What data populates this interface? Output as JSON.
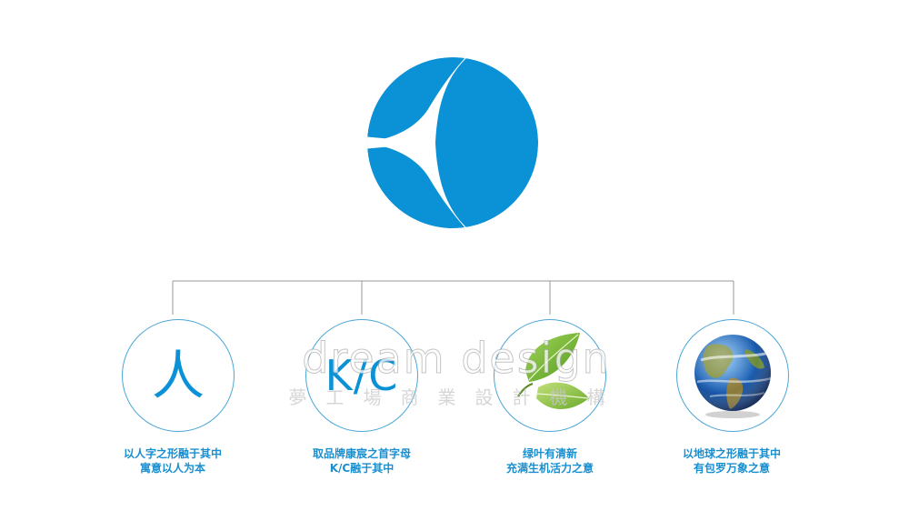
{
  "colors": {
    "brand_blue": "#0a91d6",
    "connector_gray": "#9a9a9a",
    "caption_blue": "#1a8fd0"
  },
  "logo": {
    "icon": "kc-globe-logo-icon"
  },
  "nodes": [
    {
      "icon": "ren-character-icon",
      "symbol": "人",
      "caption_line1": "以人字之形融于其中",
      "caption_line2": "寓意以人为本"
    },
    {
      "icon": "kc-letters-icon",
      "symbol": "K/C",
      "caption_line1": "取品牌康宸之首字母",
      "caption_line2": "K/C融于其中"
    },
    {
      "icon": "green-leaf-icon",
      "caption_line1": "绿叶有清新",
      "caption_line2": "充满生机活力之意"
    },
    {
      "icon": "earth-globe-icon",
      "caption_line1": "以地球之形融于其中",
      "caption_line2": "有包罗万象之意"
    }
  ],
  "watermark": {
    "main": "dream design",
    "sub": "夢工場商業設計機構"
  }
}
